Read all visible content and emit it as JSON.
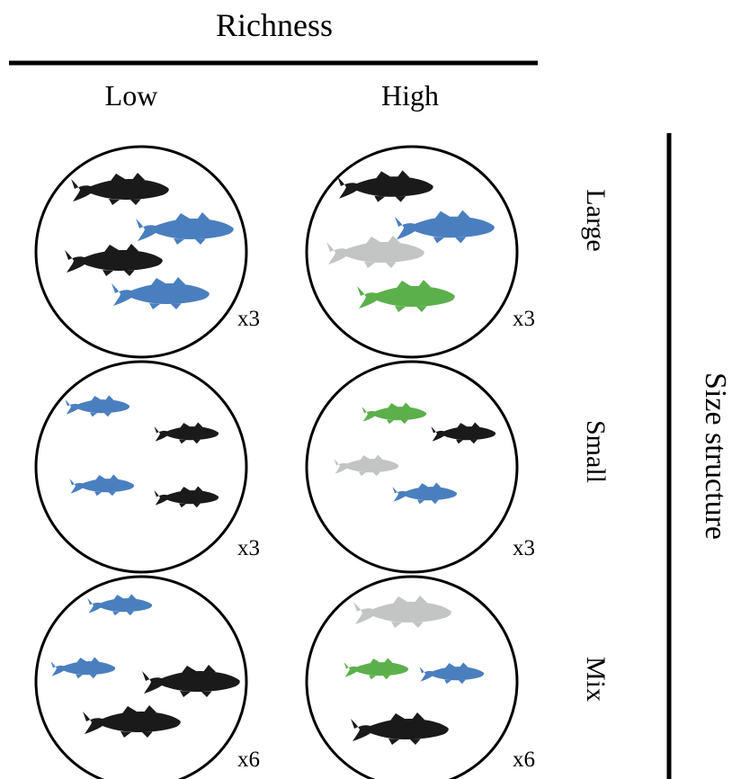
{
  "axis_top": {
    "title": "Richness",
    "columns": [
      "Low",
      "High"
    ]
  },
  "axis_side": {
    "title": "Size structure",
    "rows": [
      "Large",
      "Small",
      "Mix"
    ]
  },
  "colors": {
    "black": "#1a1a1a",
    "blue": "#4a7fbf",
    "grey": "#c3c5c4",
    "green": "#5cb04c",
    "outline": "#000000"
  },
  "cells": [
    {
      "row": "Large",
      "column": "Low",
      "multiplier": "x3",
      "fish": [
        "black",
        "blue",
        "black",
        "blue"
      ]
    },
    {
      "row": "Large",
      "column": "High",
      "multiplier": "x3",
      "fish": [
        "black",
        "blue",
        "grey",
        "green"
      ]
    },
    {
      "row": "Small",
      "column": "Low",
      "multiplier": "x3",
      "fish": [
        "blue",
        "black",
        "blue",
        "black"
      ]
    },
    {
      "row": "Small",
      "column": "High",
      "multiplier": "x3",
      "fish": [
        "green",
        "black",
        "grey",
        "blue"
      ]
    },
    {
      "row": "Mix",
      "column": "Low",
      "multiplier": "x6",
      "fish": [
        "blue",
        "blue",
        "black",
        "black"
      ]
    },
    {
      "row": "Mix",
      "column": "High",
      "multiplier": "x6",
      "fish": [
        "grey",
        "green",
        "blue",
        "black"
      ]
    }
  ]
}
